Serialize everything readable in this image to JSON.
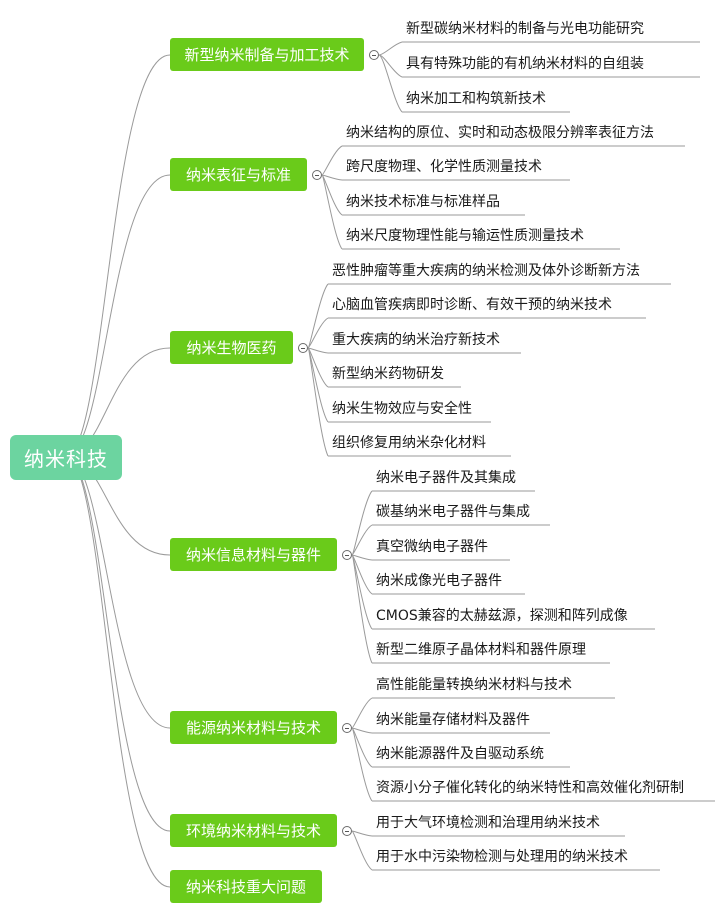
{
  "root": "纳米科技",
  "branches": [
    {
      "label": "新型纳米制备与加工技术",
      "collapsible": true,
      "leaves": [
        "新型碳纳米材料的制备与光电功能研究",
        "具有特殊功能的有机纳米材料的自组装",
        "纳米加工和构筑新技术"
      ]
    },
    {
      "label": "纳米表征与标准",
      "collapsible": true,
      "leaves": [
        "纳米结构的原位、实时和动态极限分辨率表征方法",
        "跨尺度物理、化学性质测量技术",
        "纳米技术标准与标准样品",
        "纳米尺度物理性能与输运性质测量技术"
      ]
    },
    {
      "label": "纳米生物医药",
      "collapsible": true,
      "leaves": [
        "恶性肿瘤等重大疾病的纳米检测及体外诊断新方法",
        "心脑血管疾病即时诊断、有效干预的纳米技术",
        "重大疾病的纳米治疗新技术",
        "新型纳米药物研发",
        "纳米生物效应与安全性",
        "组织修复用纳米杂化材料"
      ]
    },
    {
      "label": "纳米信息材料与器件",
      "collapsible": true,
      "leaves": [
        "纳米电子器件及其集成",
        "碳基纳米电子器件与集成",
        "真空微纳电子器件",
        "纳米成像光电子器件",
        "CMOS兼容的太赫兹源，探测和阵列成像",
        "新型二维原子晶体材料和器件原理"
      ]
    },
    {
      "label": "能源纳米材料与技术",
      "collapsible": true,
      "leaves": [
        "高性能能量转换纳米材料与技术",
        "纳米能量存储材料及器件",
        "纳米能源器件及自驱动系统",
        "资源小分子催化转化的纳米特性和高效催化剂研制"
      ]
    },
    {
      "label": "环境纳米材料与技术",
      "collapsible": true,
      "leaves": [
        "用于大气环境检测和治理用纳米技术",
        "用于水中污染物检测与处理用的纳米技术"
      ]
    },
    {
      "label": "纳米科技重大问题",
      "collapsible": false,
      "leaves": []
    }
  ]
}
